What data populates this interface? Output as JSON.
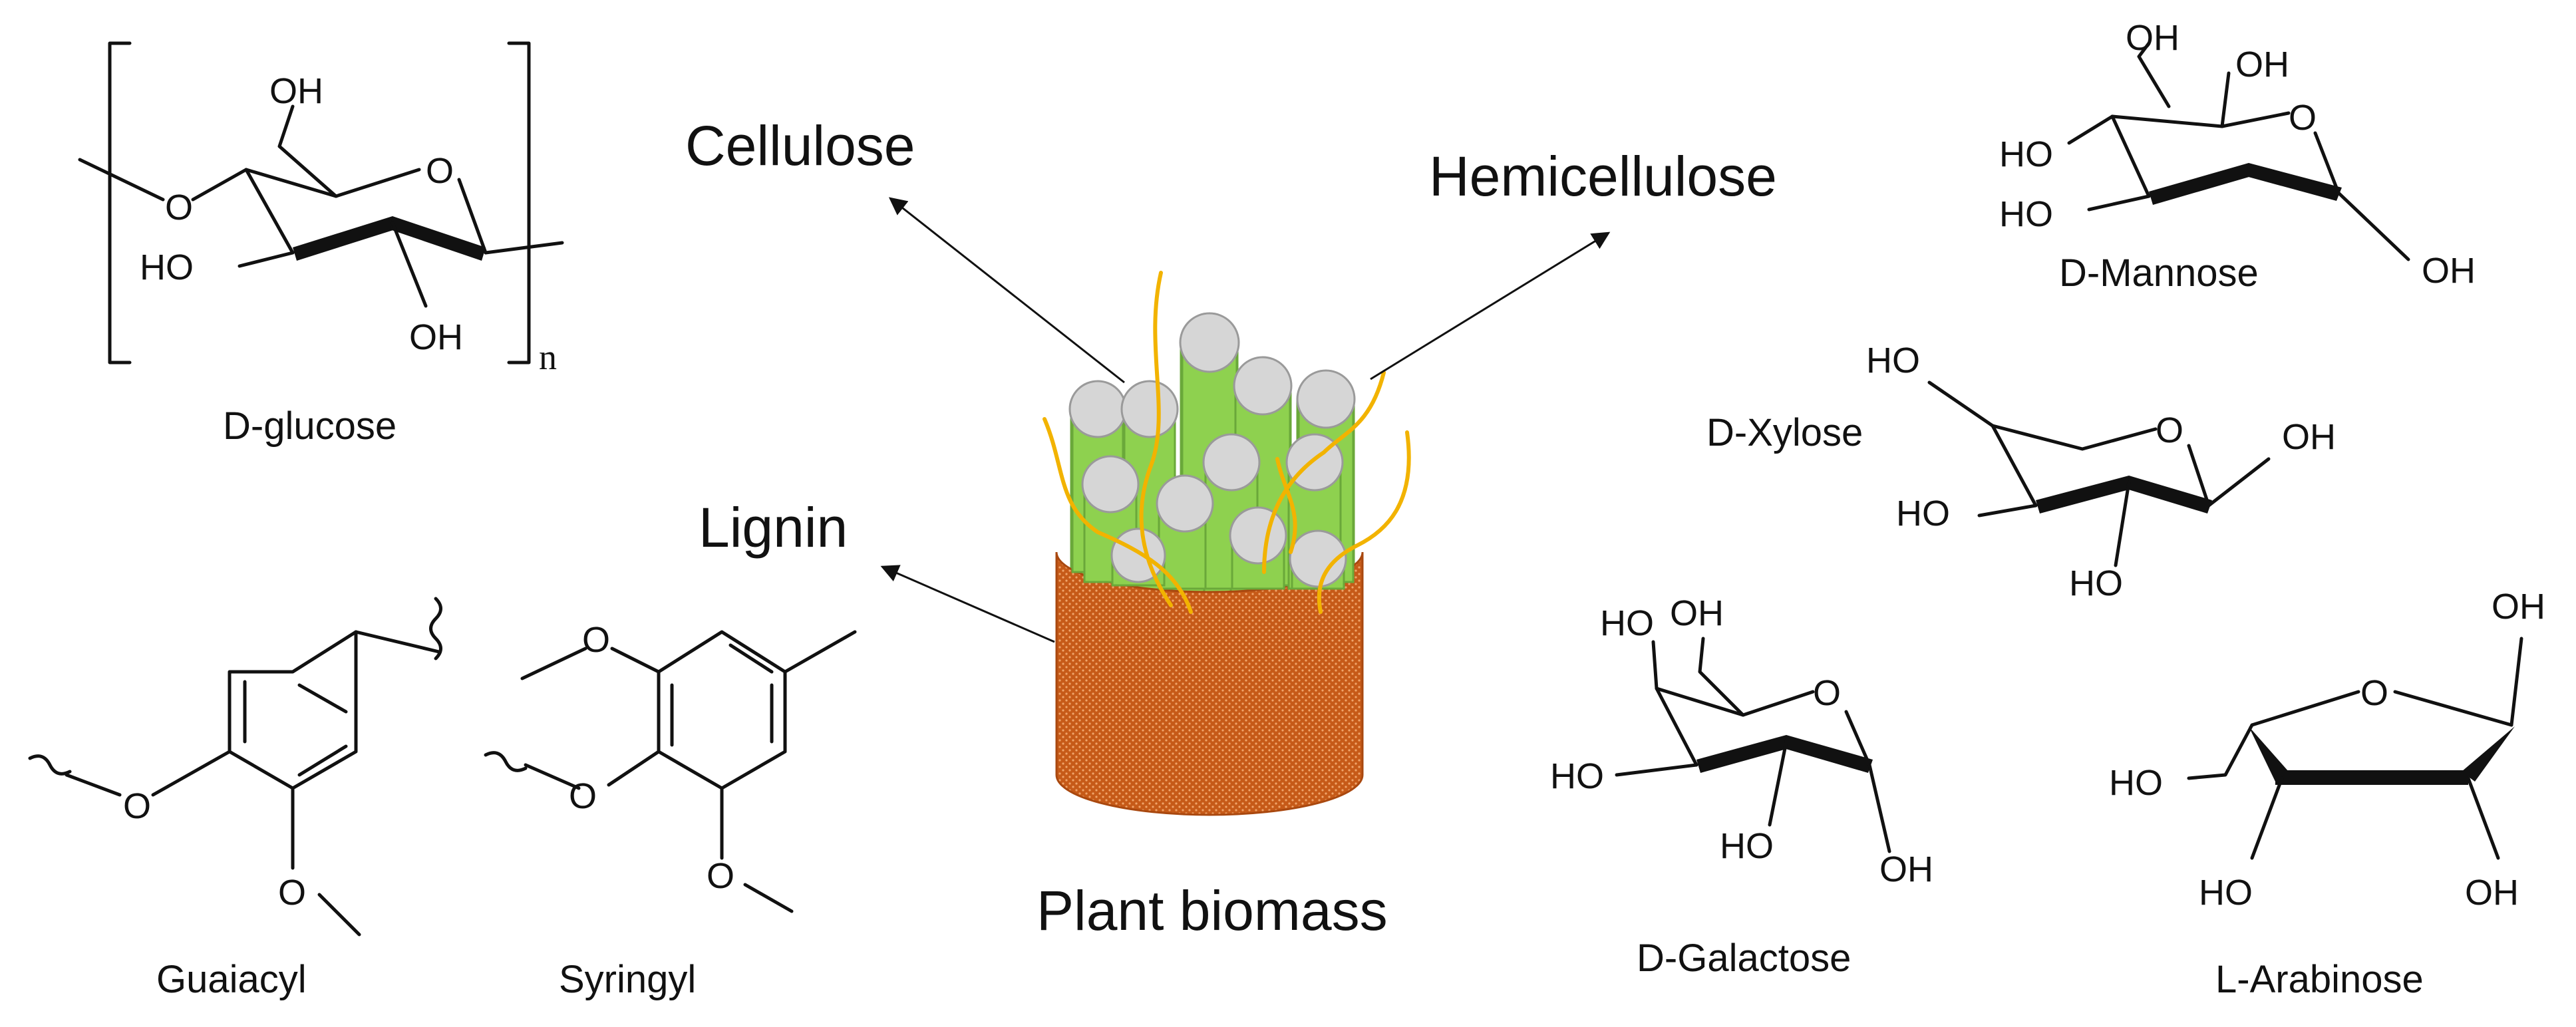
{
  "labels": {
    "cellulose": "Cellulose",
    "hemicellulose": "Hemicellulose",
    "lignin": "Lignin",
    "plant_biomass": "Plant biomass"
  },
  "molecules": {
    "d_glucose": {
      "name": "D-glucose",
      "repeat": "n"
    },
    "guaiacyl": {
      "name": "Guaiacyl"
    },
    "syringyl": {
      "name": "Syringyl"
    },
    "d_mannose": {
      "name": "D-Mannose"
    },
    "d_xylose": {
      "name": "D-Xylose"
    },
    "d_galactose": {
      "name": "D-Galactose"
    },
    "l_arabinose": {
      "name": "L-Arabinose"
    }
  },
  "atoms": {
    "oh": "OH",
    "ho": "HO",
    "o": "O"
  },
  "colors": {
    "fiber_rod": "#8ed14f",
    "rod_cap": "#d6d6d6",
    "lignin_fiber": "#f2b300",
    "biomass_base": "#c65a18",
    "text": "#111111"
  }
}
